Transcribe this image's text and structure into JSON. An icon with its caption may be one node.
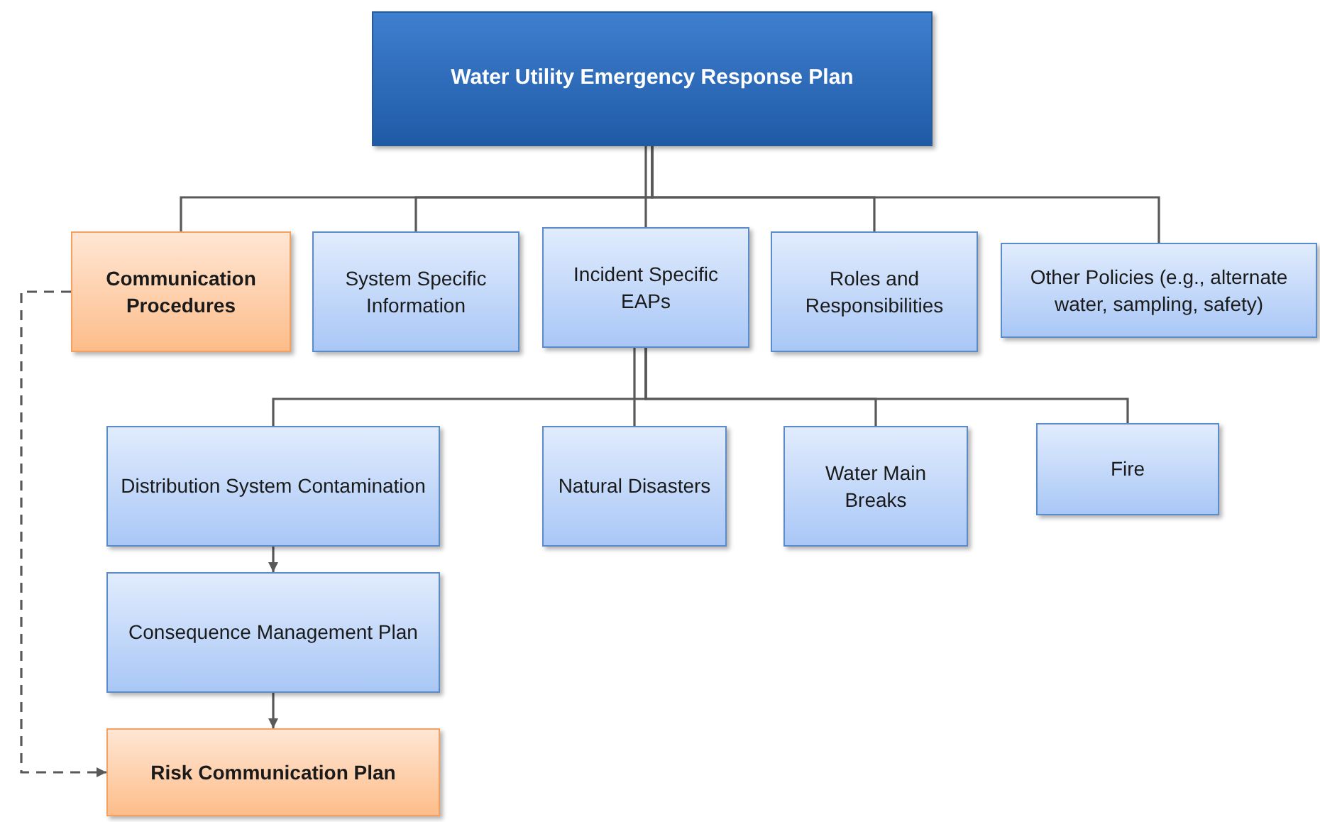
{
  "diagram": {
    "nodes": [
      {
        "text": [
          "Water Utility Emergency Response Plan"
        ]
      },
      {
        "text": [
          "Communication Procedures"
        ]
      },
      {
        "text": [
          "System Specific Information"
        ]
      },
      {
        "text": [
          "Incident Specific EAPs"
        ]
      },
      {
        "text": [
          "Roles and Responsibilities"
        ]
      },
      {
        "text": [
          "Other Policies (e.g., alternate water, sampling, safety)"
        ]
      },
      {
        "text": [
          "Distribution System Contamination"
        ]
      },
      {
        "text": [
          "Natural Disasters"
        ]
      },
      {
        "text": [
          "Water Main Breaks"
        ]
      },
      {
        "text": [
          "Fire"
        ]
      },
      {
        "text": [
          "Consequence Management Plan"
        ]
      },
      {
        "text": [
          "Risk Communication Plan"
        ]
      }
    ],
    "edges": [
      {
        "from": 0,
        "to": 1,
        "arrow": "none"
      },
      {
        "from": 0,
        "to": 2,
        "arrow": "none"
      },
      {
        "from": 0,
        "to": 3,
        "arrow": "none"
      },
      {
        "from": 0,
        "to": 4,
        "arrow": "none"
      },
      {
        "from": 0,
        "to": 5,
        "arrow": "none"
      },
      {
        "from": 3,
        "to": 6,
        "arrow": "none"
      },
      {
        "from": 3,
        "to": 7,
        "arrow": "none"
      },
      {
        "from": 3,
        "to": 8,
        "arrow": "none"
      },
      {
        "from": 3,
        "to": 9,
        "arrow": "none"
      },
      {
        "from": 6,
        "to": 10,
        "arrow": "to"
      },
      {
        "from": 10,
        "to": 11,
        "arrow": "to"
      },
      {
        "from": 1,
        "to": 11,
        "arrow": "to",
        "style": "dashed"
      }
    ]
  }
}
